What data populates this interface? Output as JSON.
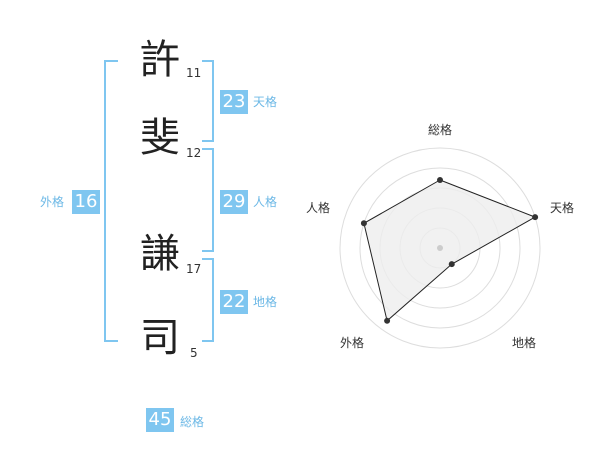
{
  "name": {
    "chars": [
      {
        "char": "許",
        "strokes": "11"
      },
      {
        "char": "斐",
        "strokes": "12"
      },
      {
        "char": "謙",
        "strokes": "17"
      },
      {
        "char": "司",
        "strokes": "5"
      }
    ]
  },
  "kaku": {
    "tenkaku": {
      "value": "23",
      "label": "天格"
    },
    "jinkaku": {
      "value": "29",
      "label": "人格"
    },
    "chikaku": {
      "value": "22",
      "label": "地格"
    },
    "gaikaku": {
      "value": "16",
      "label": "外格"
    },
    "soukaku": {
      "value": "45",
      "label": "総格"
    }
  },
  "radar": {
    "axis_labels": {
      "top": "総格",
      "right": "天格",
      "bottom_right": "地格",
      "bottom_left": "外格",
      "left": "人格"
    },
    "values": {
      "総格": 0.68,
      "天格": 1.0,
      "地格": 0.2,
      "外格": 0.9,
      "人格": 0.8
    },
    "rings": 5,
    "colors": {
      "ring": "#dddddd",
      "fill": "#eeeeee",
      "line": "#222222",
      "point": "#333333",
      "center": "#cccccc"
    }
  },
  "colors": {
    "accent": "#7fc6f0",
    "label": "#6cb8e6"
  }
}
